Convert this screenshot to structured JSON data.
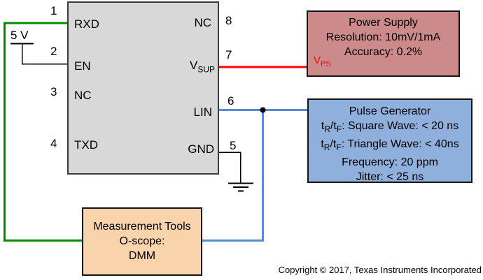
{
  "ic": {
    "pins_left": [
      {
        "num": "1",
        "label": "RXD"
      },
      {
        "num": "2",
        "label": "EN"
      },
      {
        "num": "3",
        "label": "NC"
      },
      {
        "num": "4",
        "label": "TXD"
      }
    ],
    "pins_right": [
      {
        "num": "8",
        "label": "NC"
      },
      {
        "num": "7",
        "label_main": "V",
        "label_sub": "SUP"
      },
      {
        "num": "6",
        "label": "LIN"
      },
      {
        "num": "5",
        "label": "GND"
      }
    ]
  },
  "rail": {
    "label": "5 V"
  },
  "power_supply": {
    "title": "Power Supply",
    "resolution": "Resolution: 10mV/1mA",
    "accuracy": "Accuracy: 0.2%",
    "net_main": "V",
    "net_sub": "PS"
  },
  "pulse_generator": {
    "title": "Pulse Generator",
    "trf": {
      "p1": "t",
      "s1": "R",
      "p2": "/t",
      "s2": "F"
    },
    "square": ": Square Wave: < 20 ns",
    "triangle": ": Triangle Wave: < 40ns",
    "frequency": "Frequency: 20 ppm",
    "jitter": "Jitter: < 25 ns"
  },
  "measurement": {
    "title": "Measurement Tools",
    "line2": "O-scope:",
    "line3": "DMM"
  },
  "footer": {
    "copyright": "Copyright © 2017, Texas Instruments Incorporated"
  },
  "colors": {
    "ic_fill": "#d8d8d8",
    "power_supply_fill": "#cd8a8a",
    "pulse_generator_fill": "#8fafdd",
    "measurement_fill": "#f9d3ab",
    "wire_green": "#008b00",
    "wire_red": "#ff0000",
    "wire_blue": "#5b8bd5",
    "net_label_red": "#ff0000"
  }
}
